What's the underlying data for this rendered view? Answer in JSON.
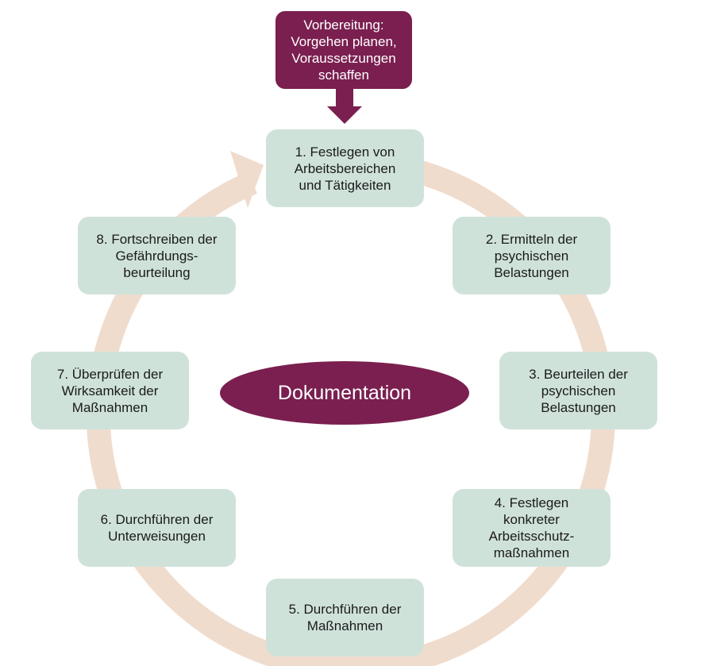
{
  "preparation": {
    "text": "Vorbereitung:\nVorgehen planen,\nVoraussetzungen\nschaffen"
  },
  "center": {
    "text": "Dokumentation"
  },
  "steps": [
    {
      "text": "1. Festlegen von\nArbeitsbereichen\nund Tätigkeiten"
    },
    {
      "text": "2. Ermitteln der\npsychischen\nBelastungen"
    },
    {
      "text": "3. Beurteilen der\npsychischen\nBelastungen"
    },
    {
      "text": "4. Festlegen\nkonkreter\nArbeitsschutz-\nmaßnahmen"
    },
    {
      "text": "5. Durchführen der\nMaßnahmen"
    },
    {
      "text": "6. Durchführen der\nUnterweisungen"
    },
    {
      "text": "7. Überprüfen der\nWirksamkeit der\nMaßnahmen"
    },
    {
      "text": "8. Fortschreiben der\nGefährdungs-\nbeurteilung"
    }
  ],
  "colors": {
    "accent": "#7a1f50",
    "box_fill": "#cfe2da",
    "cycle_ring": "#f0dccd",
    "text": "#1a1a1a"
  }
}
